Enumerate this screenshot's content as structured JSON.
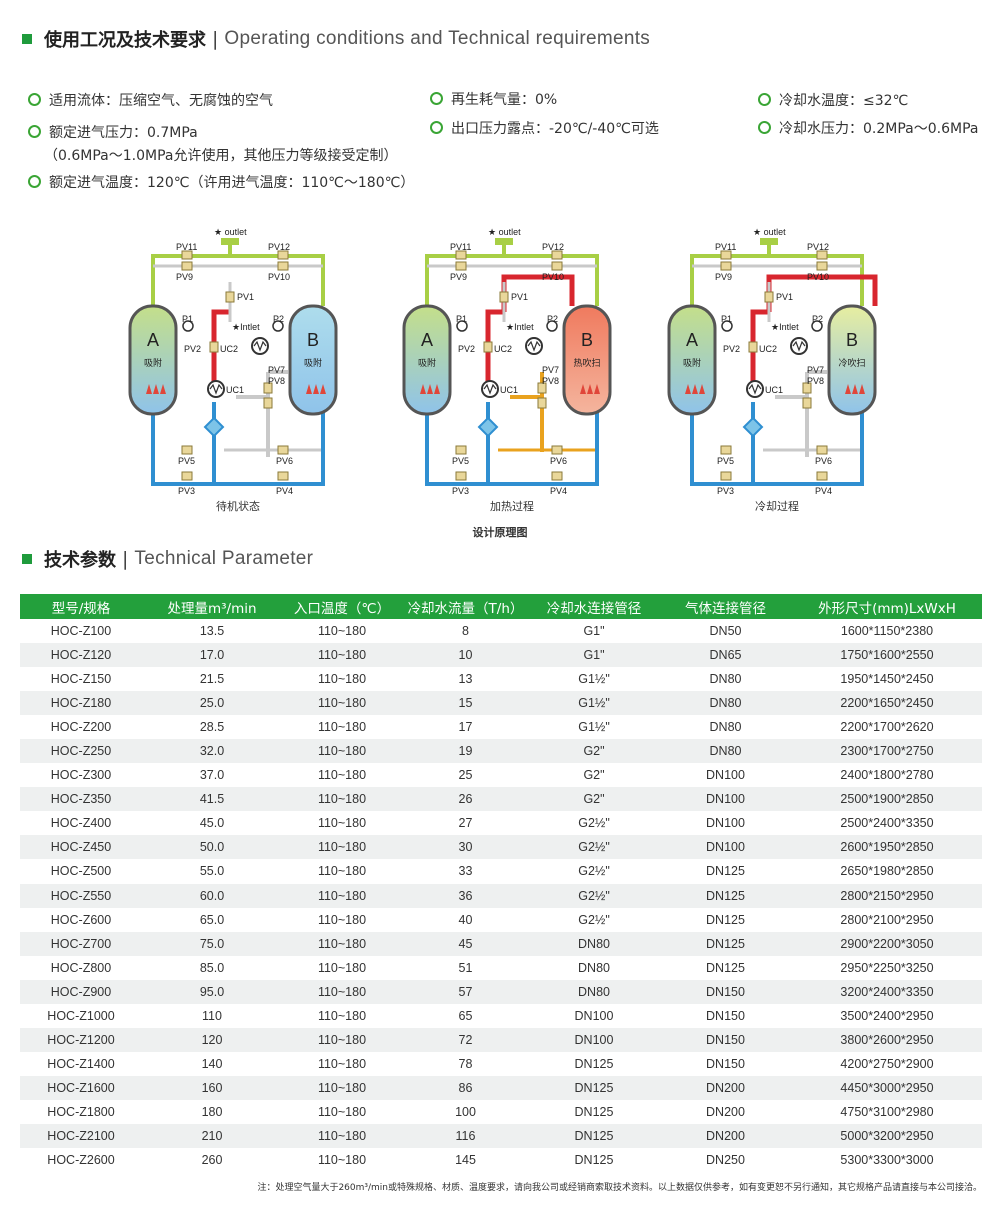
{
  "section1": {
    "cn": "使用工况及技术要求",
    "sep": "|",
    "en": "Operating conditions and Technical requirements"
  },
  "conditions": {
    "col1": [
      "适用流体：压缩空气、无腐蚀的空气",
      "额定进气压力：0.7MPa",
      "（0.6MPa～1.0MPa允许使用，其他压力等级接受定制）",
      "额定进气温度：120℃（许用进气温度：110℃～180℃）"
    ],
    "col2": [
      "再生耗气量：0%",
      "出口压力露点：-20℃/-40℃可选"
    ],
    "col3": [
      "冷却水温度：≤32℃",
      "冷却水压力：0.2MPa～0.6MPa"
    ]
  },
  "diagrams": [
    {
      "caption": "待机状态",
      "tankA_letter": "A",
      "tankA_text": "吸附",
      "tankB_letter": "B",
      "tankB_text": "吸附",
      "tankB_color": "#aeddec"
    },
    {
      "caption": "加热过程",
      "tankA_letter": "A",
      "tankA_text": "吸附",
      "tankB_letter": "B",
      "tankB_text": "热吹扫",
      "tankB_color": "#f07a5e"
    },
    {
      "caption": "冷却过程",
      "tankA_letter": "A",
      "tankA_text": "吸附",
      "tankB_letter": "B",
      "tankB_text": "冷吹扫",
      "tankB_color": "#e7eea0"
    }
  ],
  "diagram_labels": {
    "outlet": "outlet",
    "inlet": "Intlet",
    "pv1": "PV1",
    "pv2": "PV2",
    "pv3": "PV3",
    "pv4": "PV4",
    "pv5": "PV5",
    "pv6": "PV6",
    "pv7": "PV7",
    "pv8": "PV8",
    "pv9": "PV9",
    "pv10": "PV10",
    "pv11": "PV11",
    "pv12": "PV12",
    "p1": "P1",
    "p2": "P2",
    "uc1": "UC1",
    "uc2": "UC2"
  },
  "diagram_title": "设计原理图",
  "colors": {
    "accent": "#23a03c",
    "pipe_green": "#a8cf45",
    "pipe_red": "#d8262e",
    "pipe_blue": "#2f8fd1",
    "pipe_grey": "#c9c9c9",
    "pipe_orange": "#e9a21e",
    "tankA": "#c4df8a"
  },
  "section2": {
    "cn": "技术参数",
    "sep": "|",
    "en": "Technical Parameter"
  },
  "table": {
    "headers": [
      "型号/规格",
      "处理量m³/min",
      "入口温度（℃）",
      "冷却水流量（T/h）",
      "冷却水连接管径",
      "气体连接管径",
      "外形尺寸(mm)LxWxH"
    ],
    "rows": [
      [
        "HOC-Z100",
        "13.5",
        "110~180",
        "8",
        "G1\"",
        "DN50",
        "1600*1150*2380"
      ],
      [
        "HOC-Z120",
        "17.0",
        "110~180",
        "10",
        "G1\"",
        "DN65",
        "1750*1600*2550"
      ],
      [
        "HOC-Z150",
        "21.5",
        "110~180",
        "13",
        "G1½\"",
        "DN80",
        "1950*1450*2450"
      ],
      [
        "HOC-Z180",
        "25.0",
        "110~180",
        "15",
        "G1½\"",
        "DN80",
        "2200*1650*2450"
      ],
      [
        "HOC-Z200",
        "28.5",
        "110~180",
        "17",
        "G1½\"",
        "DN80",
        "2200*1700*2620"
      ],
      [
        "HOC-Z250",
        "32.0",
        "110~180",
        "19",
        "G2\"",
        "DN80",
        "2300*1700*2750"
      ],
      [
        "HOC-Z300",
        "37.0",
        "110~180",
        "25",
        "G2\"",
        "DN100",
        "2400*1800*2780"
      ],
      [
        "HOC-Z350",
        "41.5",
        "110~180",
        "26",
        "G2\"",
        "DN100",
        "2500*1900*2850"
      ],
      [
        "HOC-Z400",
        "45.0",
        "110~180",
        "27",
        "G2½\"",
        "DN100",
        "2500*2400*3350"
      ],
      [
        "HOC-Z450",
        "50.0",
        "110~180",
        "30",
        "G2½\"",
        "DN100",
        "2600*1950*2850"
      ],
      [
        "HOC-Z500",
        "55.0",
        "110~180",
        "33",
        "G2½\"",
        "DN125",
        "2650*1980*2850"
      ],
      [
        "HOC-Z550",
        "60.0",
        "110~180",
        "36",
        "G2½\"",
        "DN125",
        "2800*2150*2950"
      ],
      [
        "HOC-Z600",
        "65.0",
        "110~180",
        "40",
        "G2½\"",
        "DN125",
        "2800*2100*2950"
      ],
      [
        "HOC-Z700",
        "75.0",
        "110~180",
        "45",
        "DN80",
        "DN125",
        "2900*2200*3050"
      ],
      [
        "HOC-Z800",
        "85.0",
        "110~180",
        "51",
        "DN80",
        "DN125",
        "2950*2250*3250"
      ],
      [
        "HOC-Z900",
        "95.0",
        "110~180",
        "57",
        "DN80",
        "DN150",
        "3200*2400*3350"
      ],
      [
        "HOC-Z1000",
        "110",
        "110~180",
        "65",
        "DN100",
        "DN150",
        "3500*2400*2950"
      ],
      [
        "HOC-Z1200",
        "120",
        "110~180",
        "72",
        "DN100",
        "DN150",
        "3800*2600*2950"
      ],
      [
        "HOC-Z1400",
        "140",
        "110~180",
        "78",
        "DN125",
        "DN150",
        "4200*2750*2900"
      ],
      [
        "HOC-Z1600",
        "160",
        "110~180",
        "86",
        "DN125",
        "DN200",
        "4450*3000*2950"
      ],
      [
        "HOC-Z1800",
        "180",
        "110~180",
        "100",
        "DN125",
        "DN200",
        "4750*3100*2980"
      ],
      [
        "HOC-Z2100",
        "210",
        "110~180",
        "116",
        "DN125",
        "DN200",
        "5000*3200*2950"
      ],
      [
        "HOC-Z2600",
        "260",
        "110~180",
        "145",
        "DN125",
        "DN250",
        "5300*3300*3000"
      ]
    ]
  },
  "note": "注：处理空气量大于260m³/min或特殊规格、材质、温度要求，请向我公司或经销商索取技术资料。以上数据仅供参考，如有变更恕不另行通知，其它规格产品请直接与本公司接洽。"
}
